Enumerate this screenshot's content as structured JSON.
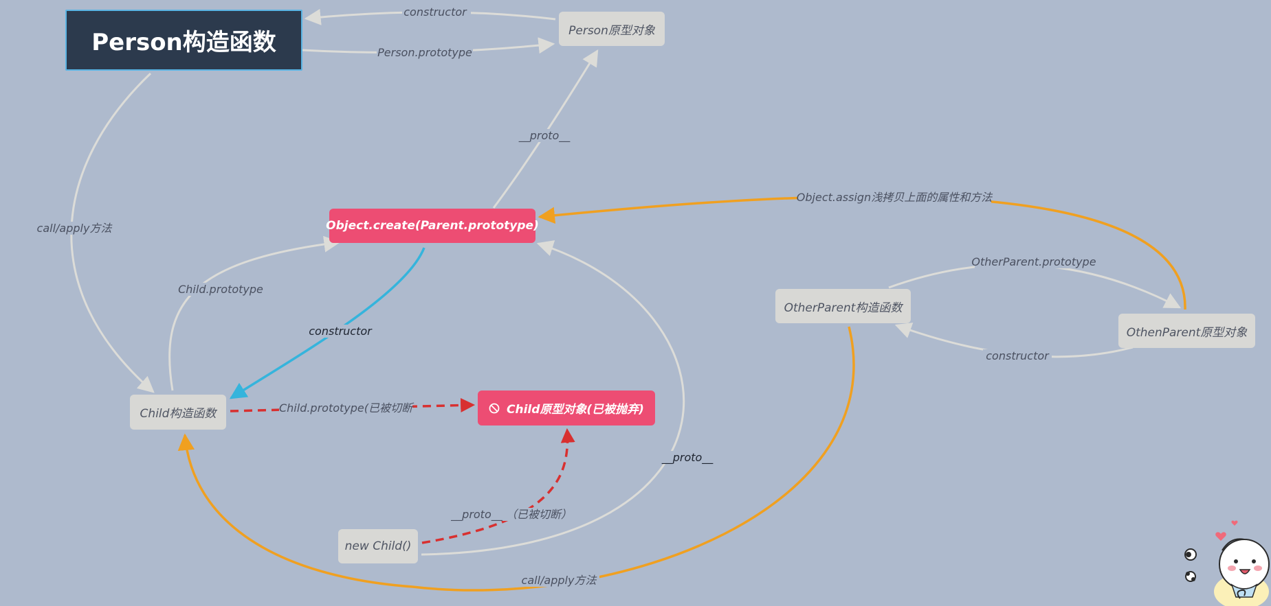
{
  "colors": {
    "background": "#aebacd",
    "root_fill": "#2c3a4d",
    "root_border": "#5ab4e4",
    "node_fill": "#d8d8d5",
    "highlight_fill": "#ed4d73",
    "edge_gray": "#dcdcd8",
    "edge_orange": "#f0a020",
    "edge_blue": "#35b4dc",
    "edge_red_dashed": "#d83030"
  },
  "nodes": {
    "person_ctor": "Person构造函数",
    "person_proto": "Person原型对象",
    "object_create": "Object.create(Parent.prototype)",
    "child_ctor": "Child构造函数",
    "child_proto_discarded": "Child原型对象(已被抛弃)",
    "new_child": "new Child()",
    "other_parent_ctor": "OtherParent构造函数",
    "other_parent_proto": "OthenParent原型对象"
  },
  "edges": {
    "person_constructor": "constructor",
    "person_prototype": "Person.prototype",
    "create_proto": "__proto__",
    "call_apply_person": "call/apply方法",
    "object_assign": "Object.assign浅拷贝上面的属性和方法",
    "other_parent_prototype": "OtherParent.prototype",
    "other_constructor": "constructor",
    "child_prototype": "Child.prototype",
    "create_constructor": "constructor",
    "child_prototype_cut": "Child.prototype(已被切断",
    "new_child_proto_right": "__proto__",
    "new_child_proto_cut": "__proto__ （已被切断）",
    "call_apply_other": "call/apply方法"
  },
  "icons": {
    "discarded": "ban-icon",
    "mascot": "mascot-sticker-icon"
  }
}
